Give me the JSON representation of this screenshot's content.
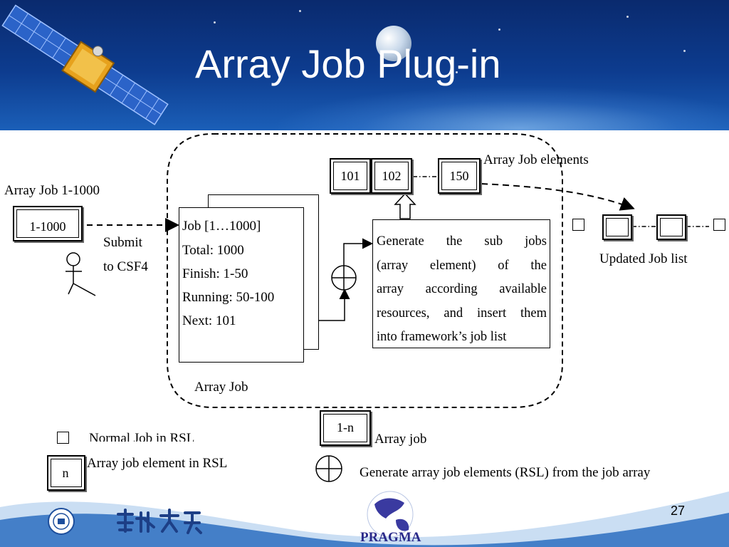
{
  "slide": {
    "title": "Array Job Plug-in",
    "page_number": "27"
  },
  "diagram": {
    "array_job_range_label": "Array Job 1-1000",
    "array_job_range_box": "1-1000",
    "submit_line1": "Submit",
    "submit_line2": "to CSF4",
    "job_card": {
      "lines": [
        "Job [1…1000]",
        "Total: 1000",
        "Finish: 1-50",
        "Running: 50-100",
        "Next: 101"
      ]
    },
    "array_job_caption": "Array Job",
    "elements_label": "Array Job elements",
    "element_boxes": [
      "101",
      "102",
      "150"
    ],
    "generate_box_lines": [
      "Generate the sub jobs",
      "(array element) of the",
      "array according available",
      "resources, and insert them",
      "into framework’s job list"
    ],
    "updated_job_list_label": "Updated Job list"
  },
  "legend": {
    "normal_job": "Normal Job in RSL",
    "array_element_box": "n",
    "array_element": "Array job element in RSL",
    "array_job_box": "1-n",
    "array_job": "Array job",
    "generate": "Generate array job elements (RSL) from the job array"
  },
  "footer": {
    "logo_right_text": "PRAGMA"
  }
}
